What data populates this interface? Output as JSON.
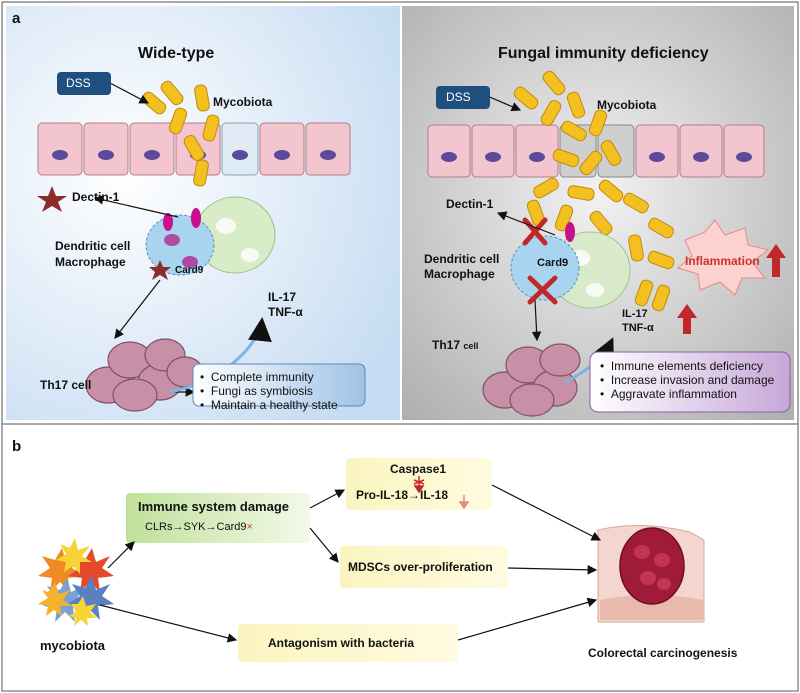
{
  "panel_a": {
    "letter": "a",
    "left": {
      "title": "Wide-type",
      "dss": "DSS",
      "mycobiota": "Mycobiota",
      "dectin": "Dectin-1",
      "dendritic": "Dendritic cell",
      "macrophage": "Macrophage",
      "card9": "Card9",
      "il17": "IL-17",
      "tnf": "TNF-α",
      "th17": "Th17 cell",
      "bullets": [
        "Complete immunity",
        "Fungi as symbiosis",
        "Maintain a healthy state"
      ]
    },
    "right": {
      "title": "Fungal immunity deficiency",
      "dss": "DSS",
      "mycobiota": "Mycobiota",
      "dectin": "Dectin-1",
      "dendritic": "Dendritic cell",
      "macrophage": "Macrophage",
      "card9": "Card9",
      "inflammation": "Inflammation",
      "il17": "IL-17",
      "tnf": "TNF-α",
      "th17": "Th17",
      "th17_sub": "cell",
      "bullets": [
        "Immune elements deficiency",
        "Increase invasion and damage",
        "Aggravate inflammation"
      ]
    }
  },
  "panel_b": {
    "letter": "b",
    "immune_title": "Immune system damage",
    "immune_path": "CLRs→SYK→Card9",
    "immune_x": "×",
    "caspase": "Caspase1",
    "pro_il18": "Pro-IL-18→IL-18",
    "mdsc": "MDSCs over-proliferation",
    "antagonism": "Antagonism with bacteria",
    "mycobiota": "mycobiota",
    "outcome": "Colorectal carcinogenesis"
  },
  "colors": {
    "left_bg": "#d9e8f7",
    "right_bg": "#d6d6d6",
    "yellow": "#f4c020",
    "cell_pink": "#f2c5cf",
    "nucleus": "#5b4a9a",
    "dss_box": "#1f4f7f",
    "red": "#c0282a",
    "box_green": "#d7ebb5",
    "box_yellow": "#fbf4c0"
  }
}
